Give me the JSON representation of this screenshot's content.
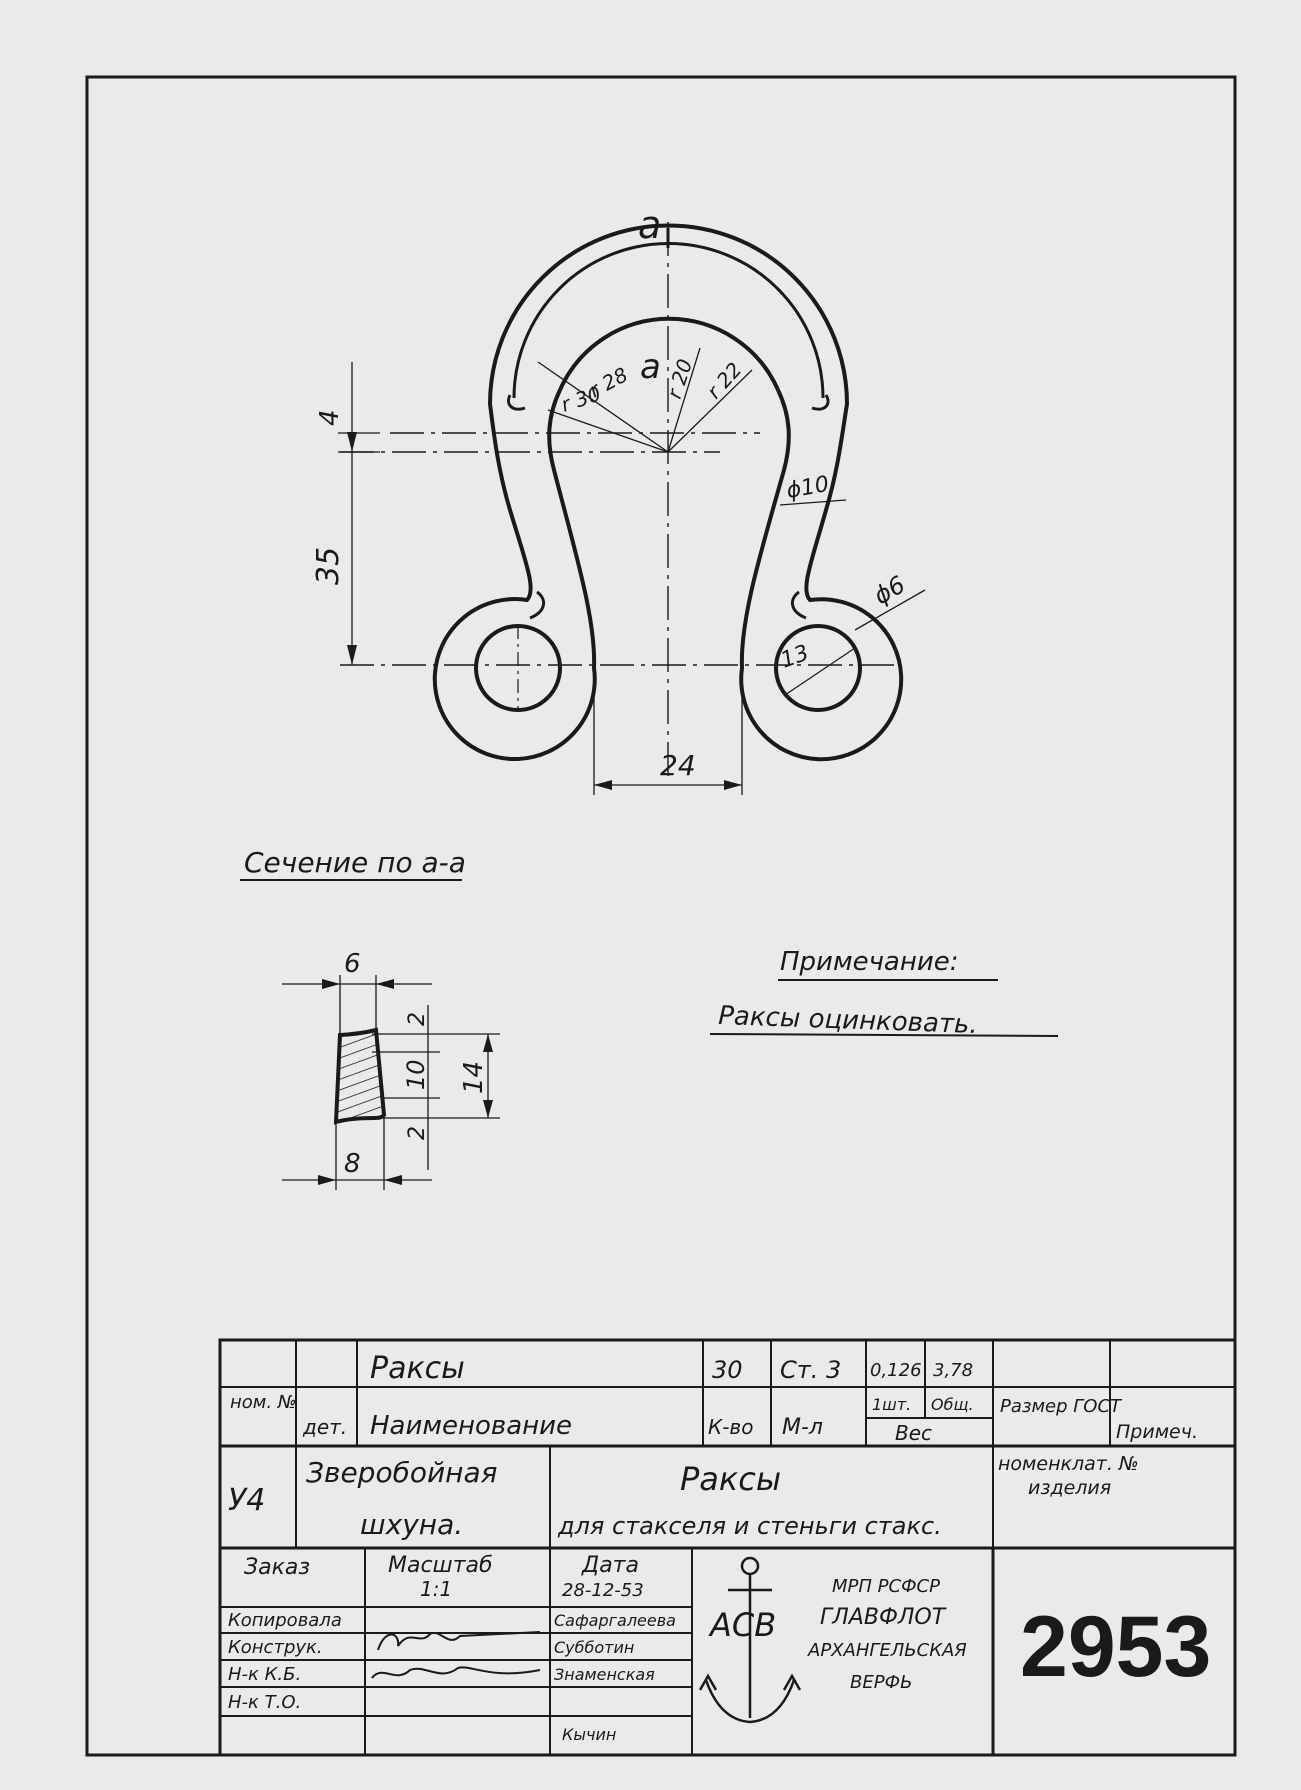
{
  "drawing": {
    "section_mark_top": "a",
    "section_mark_inner": "a",
    "dim_r28": "r 28",
    "dim_r30": "r 30",
    "dim_r20": "r 20",
    "dim_r22": "r 22",
    "dim_4": "4",
    "dim_35": "35",
    "dim_phi10": "ϕ10",
    "dim_phi6": "ϕ6",
    "dim_13": "13",
    "dim_24": "24"
  },
  "section": {
    "title": "Сечение по а-а",
    "dim_6": "6",
    "dim_2_top": "2",
    "dim_10": "10",
    "dim_2_bottom": "2",
    "dim_14": "14",
    "dim_8": "8"
  },
  "note": {
    "heading": "Примечание:",
    "text": "Раксы оцинковать."
  },
  "spec_row": {
    "name": "Раксы",
    "qty": "30",
    "material": "Ст. 3",
    "weight_one": "0,126",
    "weight_total": "3,78"
  },
  "spec_header": {
    "nom_no": "ном. №",
    "det": "дет.",
    "naimenovanie": "Наименование",
    "k_vo": "К-во",
    "m_l": "М-л",
    "one_pc": "1шт.",
    "total": "Общ.",
    "ves": "Вес",
    "razmer_gost": "Размер ГОСТ",
    "primech": "Примеч."
  },
  "title_block": {
    "code": "У4",
    "project_line1": "Зверобойная",
    "project_line2": "шхуна.",
    "title": "Раксы",
    "subtitle": "для стакселя и стеньги стакс.",
    "nomenclature_line1": "номенклат. №",
    "nomenclature_line2": "изделия",
    "zakaz": "Заказ",
    "masshtab_label": "Масштаб",
    "masshtab_value": "1:1",
    "data_label": "Дата",
    "data_value": "28-12-53",
    "roles": [
      {
        "role": "Копировала",
        "name": "Сафаргалеева"
      },
      {
        "role": "Конструк.",
        "name": "Субботин"
      },
      {
        "role": "Н-к К.Б.",
        "name": "Знаменская"
      },
      {
        "role": "Н-к Т.О.",
        "name": "Кычин"
      }
    ],
    "logo_letters": "АСВ",
    "org_line1": "МРП РСФСР",
    "org_line2": "ГЛАВФЛОТ",
    "org_line3": "АРХАНГЕЛЬСКАЯ",
    "org_line4": "ВЕРФЬ",
    "drawing_number": "2953"
  }
}
